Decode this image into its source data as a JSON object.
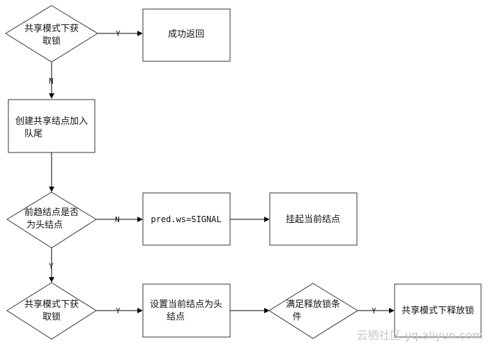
{
  "nodes": {
    "d1": [
      "共享模式下获",
      "取锁"
    ],
    "success": [
      "成功返回"
    ],
    "create": [
      "创建共享结点加入",
      "队尾"
    ],
    "d2": [
      "前趋结点是否",
      "为头结点"
    ],
    "signal": [
      "pred.ws=SIGNAL"
    ],
    "park": [
      "挂起当前结点"
    ],
    "d3": [
      "共享模式下获",
      "取锁"
    ],
    "sethead": [
      "设置当前结点为头",
      "结点"
    ],
    "d4": [
      "满足释放锁条",
      "件"
    ],
    "release": [
      "共享模式下释放锁"
    ]
  },
  "edge_labels": {
    "d1_y": "Y",
    "d1_n": "N",
    "d2_n": "N",
    "d2_y": "Y",
    "d3_y": "Y",
    "d4_y": "Y"
  },
  "watermark": "云栖社区 yq.aliyun.com"
}
